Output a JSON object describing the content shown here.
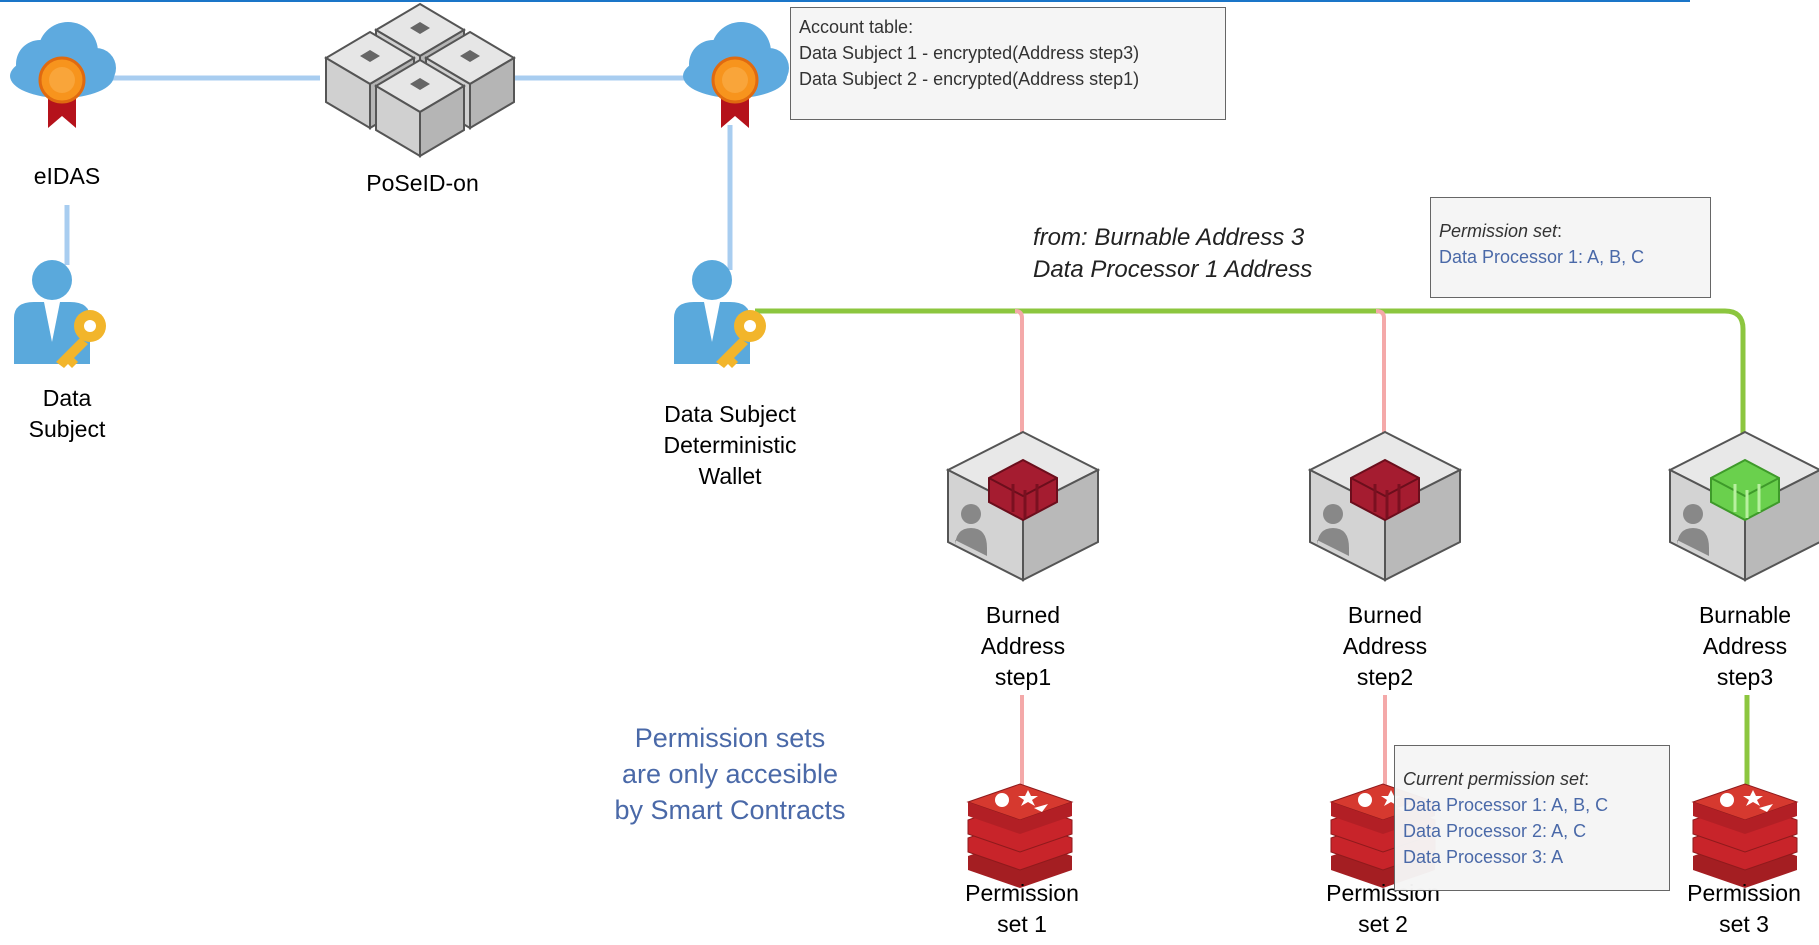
{
  "nodes": {
    "eidas": {
      "label": "eIDAS"
    },
    "poseidon": {
      "label": "PoSeID-on"
    },
    "data_subject": {
      "lines": [
        "Data",
        "Subject"
      ]
    },
    "wallet": {
      "lines": [
        "Data Subject",
        "Deterministic",
        "Wallet"
      ]
    },
    "addr1": {
      "lines": [
        "Burned",
        "Address",
        "step1"
      ],
      "state": "burned"
    },
    "addr2": {
      "lines": [
        "Burned",
        "Address",
        "step2"
      ],
      "state": "burned"
    },
    "addr3": {
      "lines": [
        "Burnable",
        "Address",
        "step3"
      ],
      "state": "burnable"
    },
    "perm1": {
      "lines": [
        "Permission",
        "set 1"
      ]
    },
    "perm2": {
      "lines": [
        "Permission",
        "set 2"
      ]
    },
    "perm3": {
      "lines": [
        "Permission",
        "set 3"
      ]
    }
  },
  "account_note": {
    "title": "Account table:",
    "rows": [
      "Data Subject 1 - encrypted(Address step3)",
      "Data Subject 2 - encrypted(Address step1)"
    ]
  },
  "transaction_label": {
    "lines": [
      "from: Burnable Address 3",
      "Data Processor 1 Address"
    ]
  },
  "permission_note": {
    "title_italic": "Permission set",
    "title_suffix": ":",
    "rows": [
      "Data Processor 1: A, B, C"
    ]
  },
  "current_permission_note": {
    "title_italic": "Current permission set",
    "title_suffix": ":",
    "rows": [
      "Data Processor 1: A, B, C",
      "Data Processor 2: A, C",
      "Data Processor 3: A"
    ]
  },
  "info_text": {
    "lines": [
      "Permission sets",
      "are only accesible",
      "by Smart Contracts"
    ]
  },
  "colors": {
    "link_blue": "#a8cdf0",
    "link_green": "#8cc63f",
    "link_red": "#f4a9a9",
    "header_line": "#1a75c8",
    "cloud": "#5eaadf",
    "medal_orange": "#f7941d",
    "ribbon_red": "#b5121b",
    "person_blue": "#5aa9dc",
    "key_yellow": "#f2b52b",
    "burned_red": "#a51c30",
    "burnable_green": "#6ad04d",
    "redis_red": "#c8242a",
    "note_text_blue": "#4a69a8"
  }
}
